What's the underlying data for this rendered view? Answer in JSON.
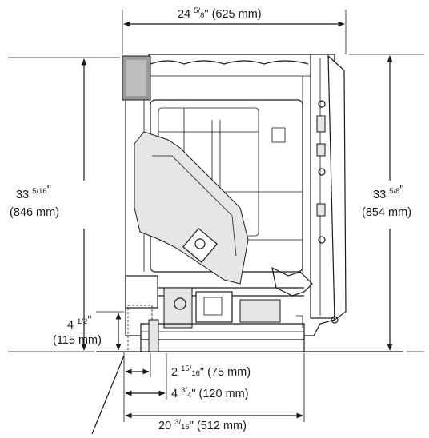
{
  "diagram": {
    "dimensions": {
      "top_width": {
        "whole": "24",
        "num": "5",
        "den": "8",
        "metric": "\" (625 mm)"
      },
      "left_height": {
        "whole": "33",
        "num": "5",
        "den": "16",
        "metric": "(846 mm)"
      },
      "right_height": {
        "whole": "33",
        "num": "5",
        "den": "8",
        "metric": "(854 mm)"
      },
      "toe_height": {
        "whole": "4",
        "num": "1",
        "den": "2",
        "metric": "(115 mm)"
      },
      "toe_depth_1": {
        "whole": "2",
        "num": "15",
        "den": "16",
        "metric": "\" (75 mm)"
      },
      "toe_depth_2": {
        "whole": "4",
        "num": "3",
        "den": "4",
        "metric": "\" (120 mm)"
      },
      "base_depth": {
        "whole": "20",
        "num": "3",
        "den": "16",
        "metric": "\" (512 mm)"
      }
    }
  }
}
